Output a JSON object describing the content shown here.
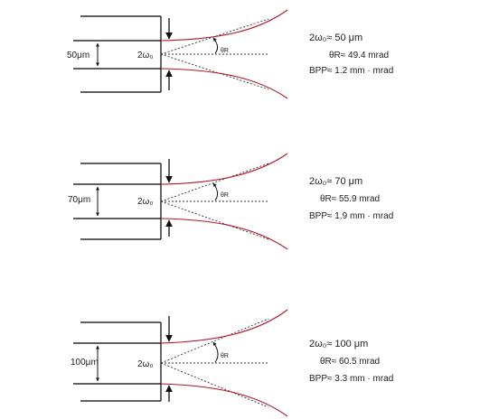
{
  "colors": {
    "fiber_outline": "#000000",
    "beam": "#b0182a",
    "cone": "#333333",
    "arrow": "#111111"
  },
  "panels": [
    {
      "core_diameter_label": "50μm",
      "waist_label": "2ω₀",
      "angle_label": "θR",
      "params": {
        "waist": "2ω₀≈ 50 μm",
        "theta": "θR≈ 49.4 mrad",
        "bpp": "BPP≈ 1.2 mm · mrad"
      }
    },
    {
      "core_diameter_label": "70μm",
      "waist_label": "2ω₀",
      "angle_label": "θR",
      "params": {
        "waist": "2ω₀≈ 70 μm",
        "theta": "θR≈ 55.9 mrad",
        "bpp": "BPP≈ 1.9 mm · mrad"
      }
    },
    {
      "core_diameter_label": "100μm",
      "waist_label": "2ω₀",
      "angle_label": "θR",
      "params": {
        "waist": "2ω₀≈ 100 μm",
        "theta": "θR≈ 60.5 mrad",
        "bpp": "BPP≈ 3.3 mm · mrad"
      }
    }
  ]
}
